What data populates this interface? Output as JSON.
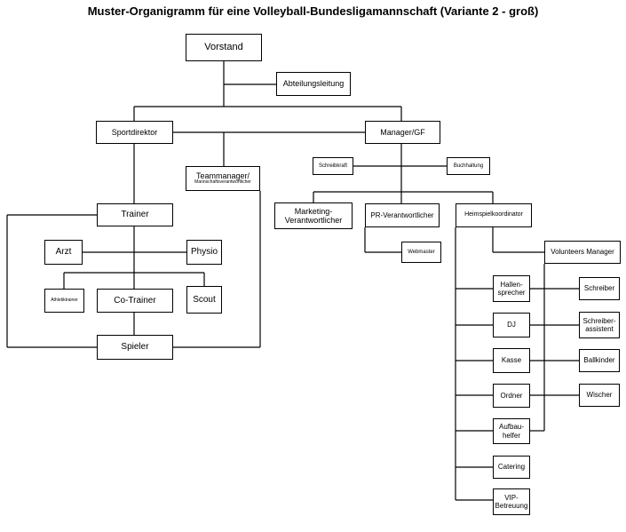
{
  "title": "Muster-Organigramm für eine Volleyball-Bundesligamannschaft (Variante 2 - groß)",
  "nodes": {
    "vorstand": "Vorstand",
    "abteilungsleitung": "Abteilungsleitung",
    "sportdirektor": "Sportdirektor",
    "manager_gf": "Manager/GF",
    "teammanager_line1": "Teammanager/",
    "teammanager_line2": "Mannschaftsverantwortlicher",
    "schreibkraft": "Schreibkraft",
    "buchhaltung": "Buchhaltung",
    "trainer": "Trainer",
    "marketing": "Marketing-Verantwortlicher",
    "pr": "PR-Verantwortlicher",
    "heimspielkoordinator": "Heimspielkoordinator",
    "arzt": "Arzt",
    "physio": "Physio",
    "webmaster": "Webmaster",
    "volunteers_manager": "Volunteers Manager",
    "athletiktrainer": "Athletiktrainer",
    "co_trainer": "Co-Trainer",
    "scout": "Scout",
    "spieler": "Spieler",
    "hallensprecher": "Hallen-sprecher",
    "schreiber": "Schreiber",
    "dj": "DJ",
    "schreiberassistent": "Schreiber-assistent",
    "kasse": "Kasse",
    "ballkinder": "Ballkinder",
    "ordner": "Ordner",
    "wischer": "Wischer",
    "aufbauhelfer": "Aufbau-helfer",
    "catering": "Catering",
    "vip": "VIP-Betreuung"
  },
  "colors": {
    "line": "#000000",
    "box_border": "#000000",
    "background": "#ffffff"
  }
}
